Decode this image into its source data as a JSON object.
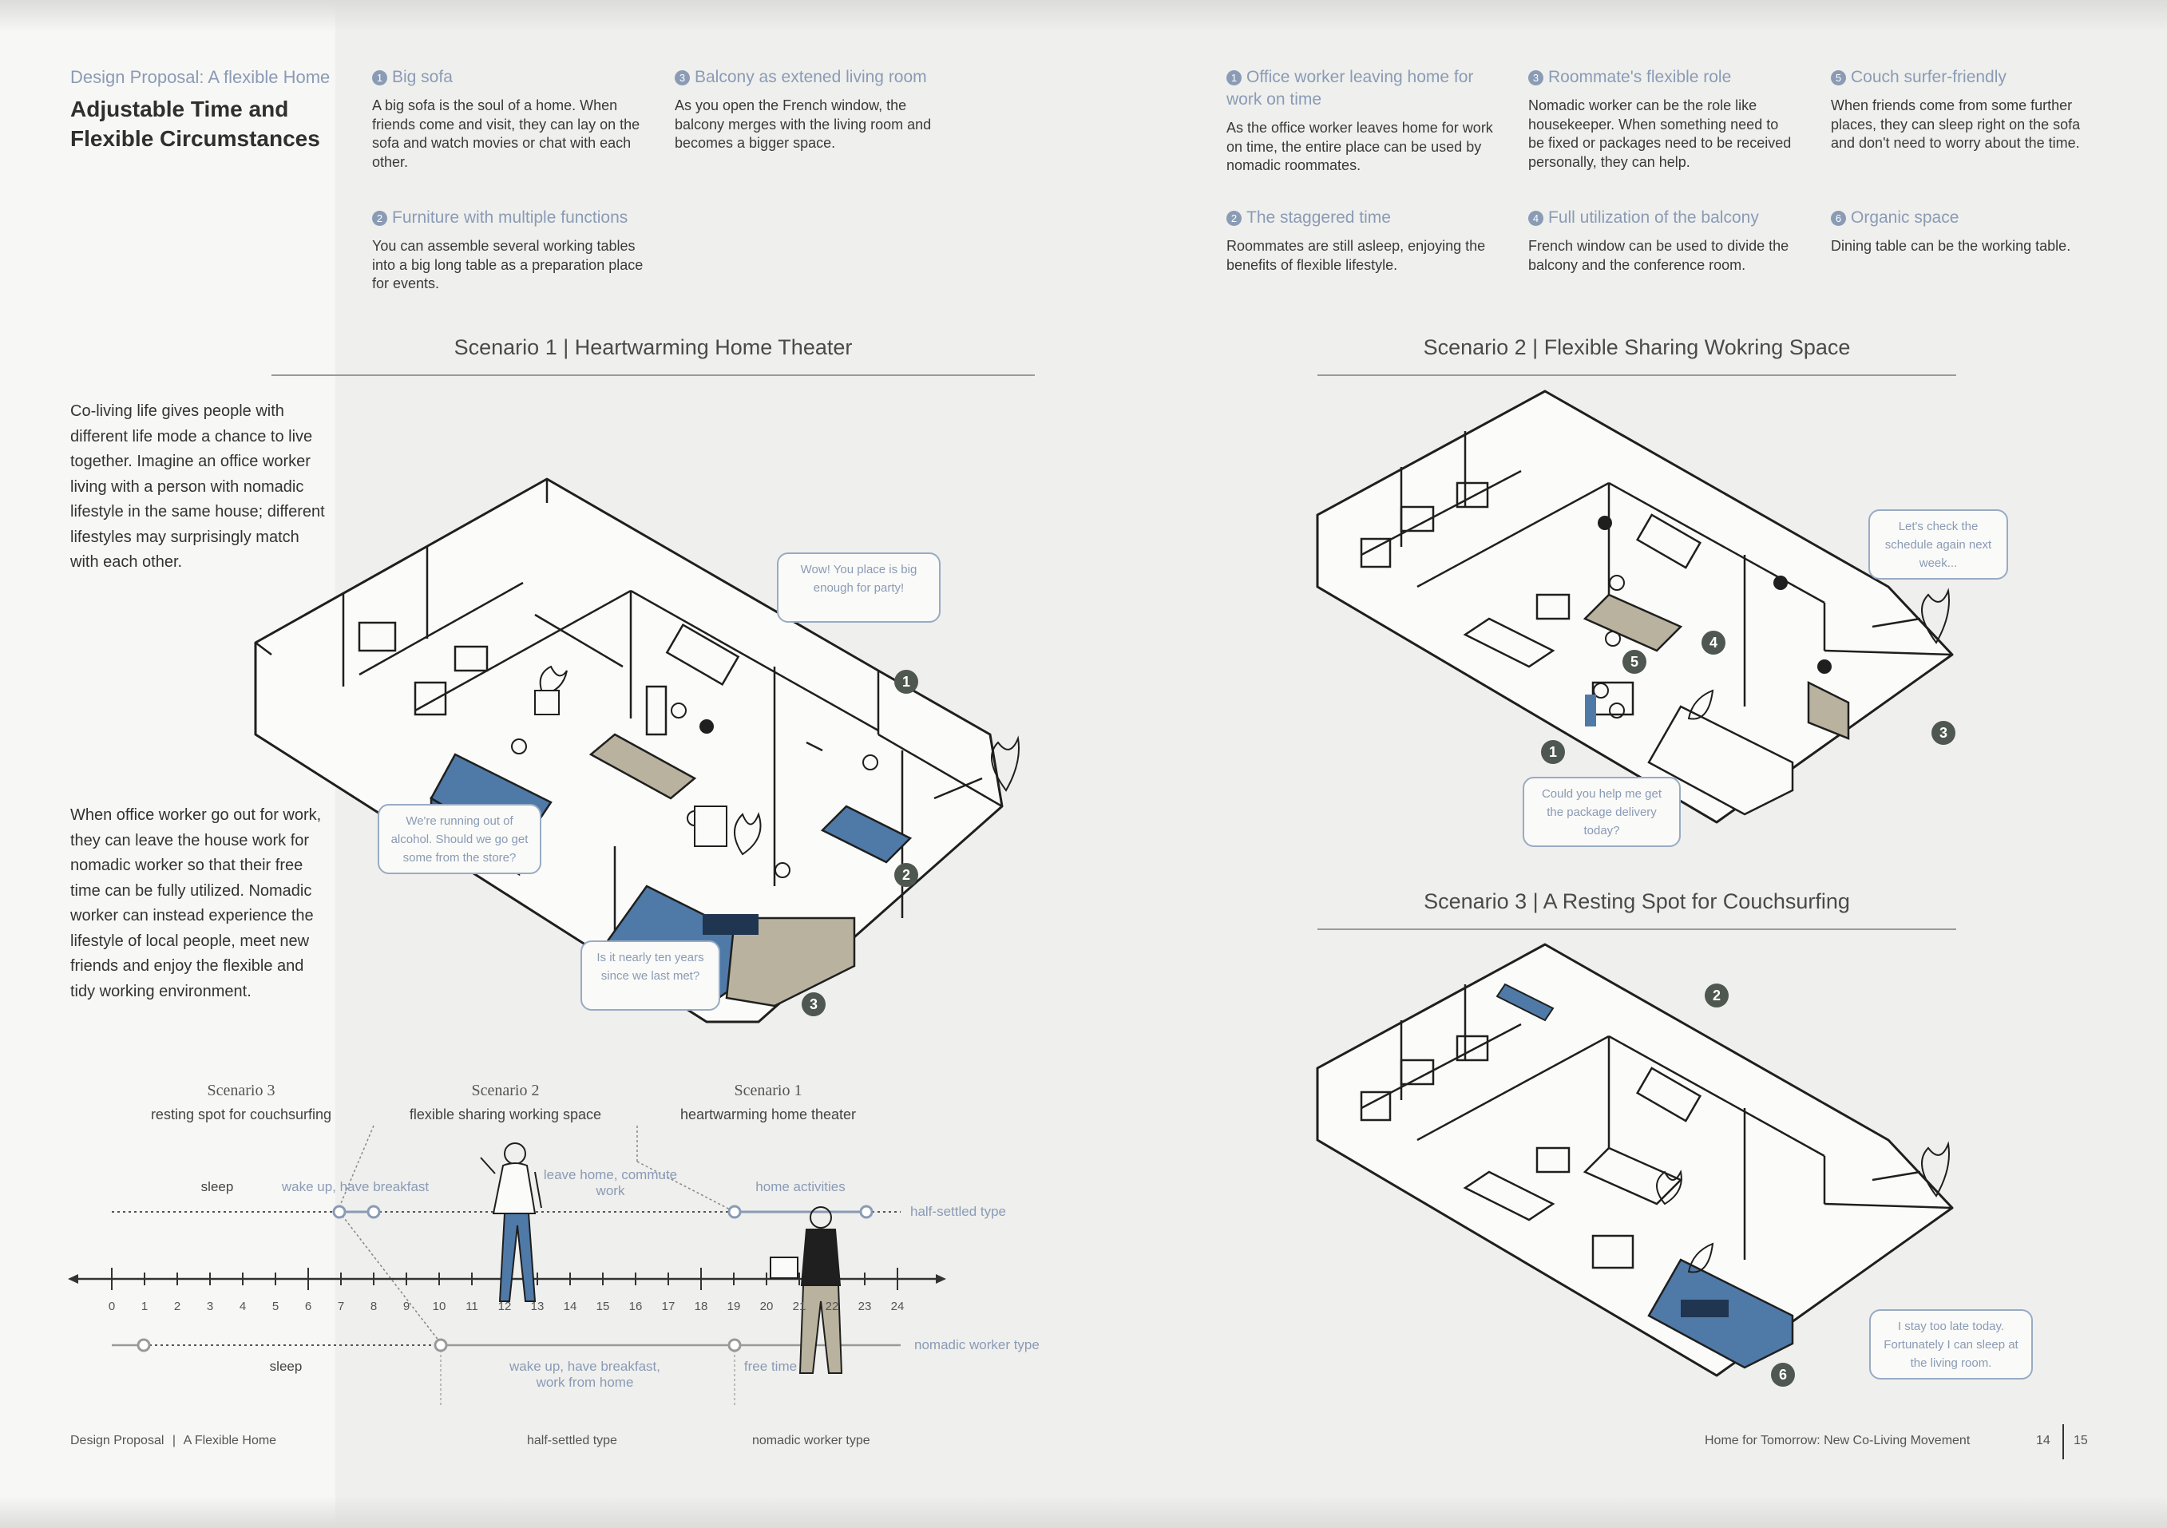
{
  "header": {
    "kicker": "Design Proposal: A flexible Home",
    "title_line1": "Adjustable Time and",
    "title_line2": "Flexible Circumstances"
  },
  "features_left": [
    {
      "num": "1",
      "title": "Big sofa",
      "text": "A big sofa is the soul of a home. When friends come and visit, they can lay on the sofa and watch movies or chat with each other."
    },
    {
      "num": "3",
      "title": "Balcony as extened living room",
      "text": "As you open the French window, the balcony merges with the living room and becomes a bigger space."
    },
    {
      "num": "2",
      "title": "Furniture with multiple functions",
      "text": "You can assemble several working tables into a big long table as a preparation place for events."
    }
  ],
  "features_right": [
    {
      "num": "1",
      "title": "Office worker leaving home for work on time",
      "text": "As the office worker leaves home for work on time, the entire place can be used by nomadic roommates."
    },
    {
      "num": "3",
      "title": "Roommate's flexible role",
      "text": "Nomadic worker can be the role like housekeeper. When something need to be fixed or packages need to be received personally, they can help."
    },
    {
      "num": "5",
      "title": "Couch surfer-friendly",
      "text": "When friends come from some further places, they can sleep right on the sofa and don't need to worry about the time."
    },
    {
      "num": "2",
      "title": "The staggered time",
      "text": "Roommates are still asleep, enjoying the benefits of flexible lifestyle."
    },
    {
      "num": "4",
      "title": "Full utilization of the balcony",
      "text": "French window can be used to divide the balcony and the conference room."
    },
    {
      "num": "6",
      "title": "Organic space",
      "text": "Dining table can be the working table."
    }
  ],
  "scenarios": {
    "s1": "Scenario 1  |  Heartwarming Home Theater",
    "s2": "Scenario 2  |  Flexible Sharing Wokring Space",
    "s3": "Scenario 3  |  A Resting Spot for Couchsurfing"
  },
  "body_text": {
    "p1": "Co-living life gives people with different life mode a chance to live together. Imagine an office worker living with a person with nomadic lifestyle in the same house; different lifestyles may surprisingly match with each other.",
    "p2": "When office worker go out for work, they can leave the house work for nomadic worker so that their free time can be fully utilized. Nomadic worker can instead experience the lifestyle of local people, meet new friends and enjoy the flexible and tidy working environment."
  },
  "bubbles": {
    "b1": "Wow! You place is big enough for party!",
    "b2": "We're running out of alcohol. Should we go get some from the store?",
    "b3": "Is it nearly ten years since we last met?",
    "b4": "Let's check the schedule again next week...",
    "b5": "Could you help me get the package delivery today?",
    "b6": "I stay too late today. Fortunately I can sleep at the living room."
  },
  "markers": {
    "m1": "1",
    "m2": "2",
    "m3": "3",
    "m4": "4",
    "m5": "5",
    "m6": "6"
  },
  "timeline": {
    "s3_head": "Scenario 3",
    "s3_sub": "resting spot for couchsurfing",
    "s2_head": "Scenario 2",
    "s2_sub": "flexible sharing working space",
    "s1_head": "Scenario 1",
    "s1_sub": "heartwarming home theater",
    "hours": [
      "0",
      "1",
      "2",
      "3",
      "4",
      "5",
      "6",
      "7",
      "8",
      "9",
      "10",
      "11",
      "12",
      "13",
      "14",
      "15",
      "16",
      "17",
      "18",
      "19",
      "20",
      "21",
      "22",
      "23",
      "24"
    ],
    "top_sleep": "sleep",
    "top_wake": "wake up, have breakfast",
    "top_leave": "leave home, commute work",
    "top_home": "home activities",
    "top_type": "half-settled type",
    "bot_sleep": "sleep",
    "bot_wake": "wake up, have breakfast, work from home",
    "bot_free": "free time",
    "bot_type": "nomadic worker type",
    "cap_half": "half-settled type",
    "cap_nomad": "nomadic worker type"
  },
  "footer": {
    "left_a": "Design Proposal",
    "left_b": "A Flexible Home",
    "right_title": "Home for Tomorrow: New Co-Living Movement",
    "page_left": "14",
    "page_right": "15"
  },
  "colors": {
    "accent": "#8a9bb5",
    "blue": "#4f7aa8",
    "khaki": "#b9b29e",
    "marker": "#4e5750"
  }
}
